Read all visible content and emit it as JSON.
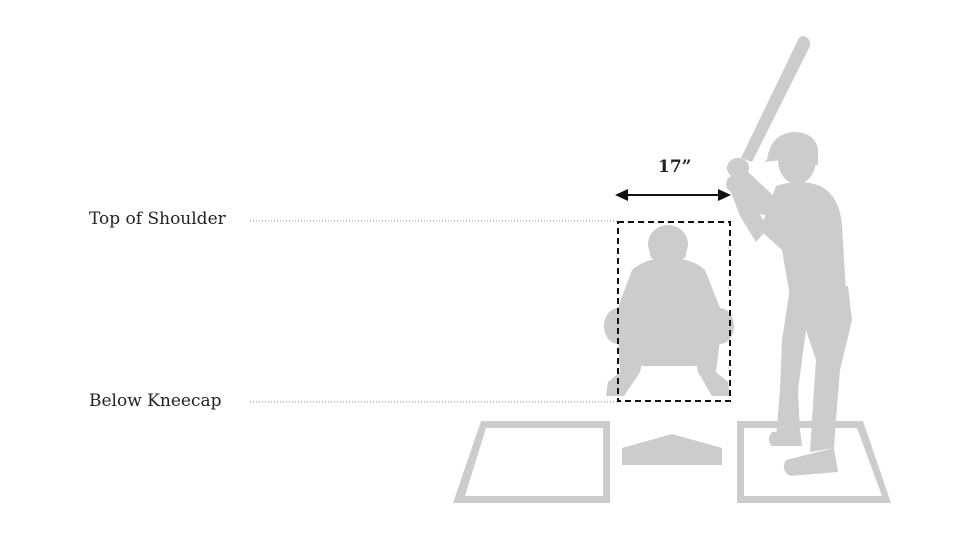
{
  "labels": {
    "top": "Top of Shoulder",
    "bottom": "Below Kneecap",
    "width": "17”"
  },
  "colors": {
    "silhouette": "#cccccc",
    "zone_border": "#111111",
    "guide_line": "#888888",
    "text": "#222222"
  }
}
